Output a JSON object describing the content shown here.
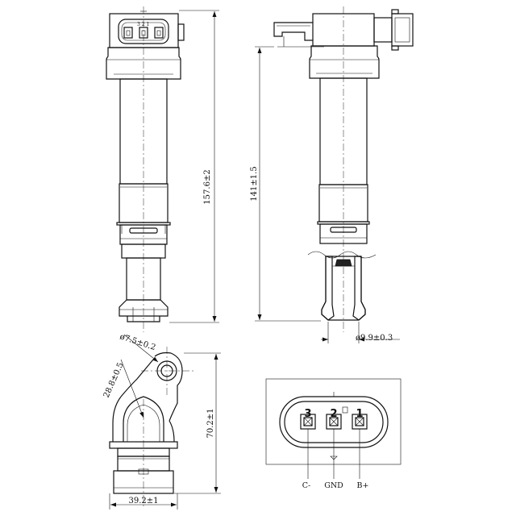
{
  "dimensions": {
    "overall_length": "157.6±2",
    "effective_length": "141±1.5",
    "boot_bore": "ø9.9±0.3",
    "mount_hole": "ø7.5±0.2",
    "mount_radius": "28.8±0.5",
    "top_view_length": "70.2±1",
    "top_view_width": "39.2±1"
  },
  "connector": {
    "pin_numbers": [
      "3",
      "2",
      "1"
    ],
    "small_face_numbers": "3 2 1",
    "pin_functions": [
      "C-",
      "GND",
      "B+"
    ]
  }
}
